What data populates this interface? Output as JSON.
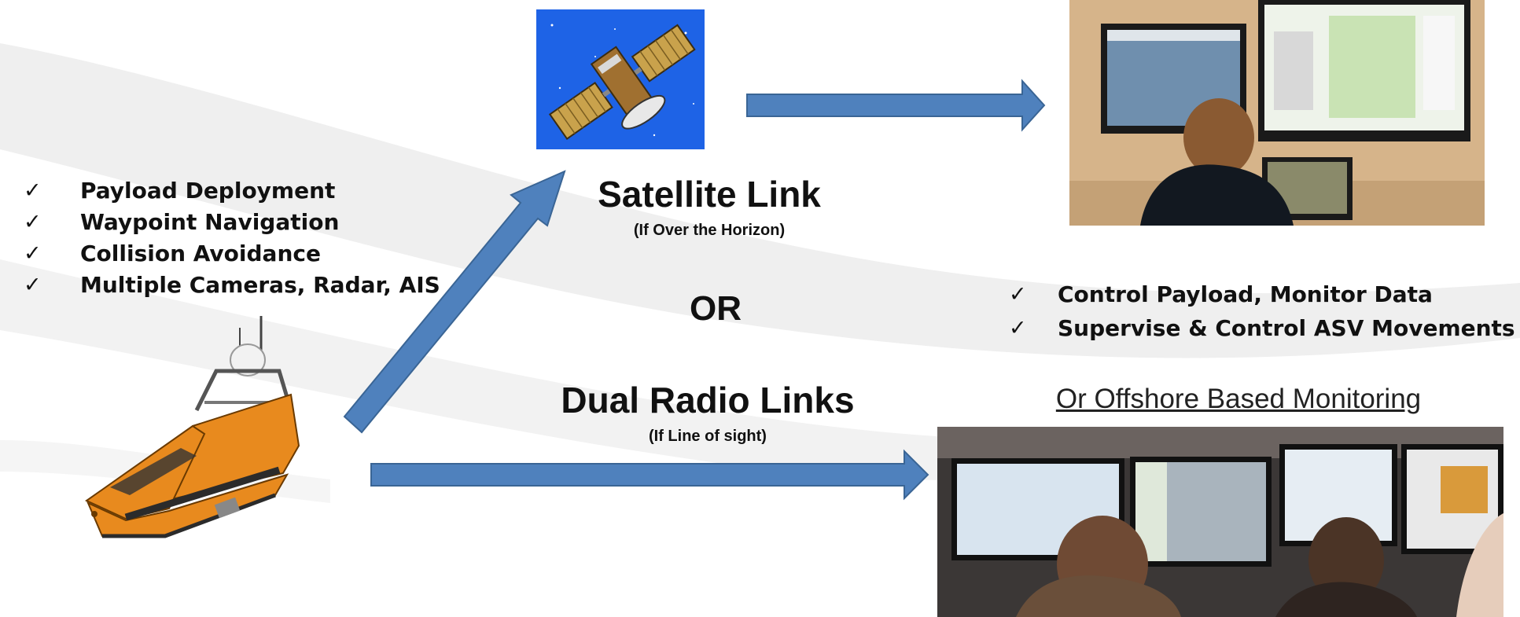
{
  "left_capabilities": [
    {
      "text": "Payload Deployment"
    },
    {
      "text": "Waypoint Navigation"
    },
    {
      "text": "Collision Avoidance"
    },
    {
      "text": "Multiple Cameras, Radar, AIS"
    }
  ],
  "right_capabilities": [
    {
      "text": "Control Payload, Monitor Data"
    },
    {
      "text": "Supervise & Control ASV Movements"
    }
  ],
  "check_symbol": "✓",
  "satellite_link": {
    "title": "Satellite Link",
    "subtitle": "(If Over the Horizon)"
  },
  "or_label": "OR",
  "radio_link": {
    "title": "Dual Radio Links",
    "subtitle": "(If Line of sight)"
  },
  "offshore_label": "Or Offshore Based Monitoring",
  "colors": {
    "arrow_fill": "#4f81bd",
    "arrow_stroke": "#3a6595",
    "swoosh": "#efefef",
    "hull_orange": "#e88a1e",
    "satellite_bg": "#1e63e6",
    "solar_panel": "#c9a24c"
  }
}
